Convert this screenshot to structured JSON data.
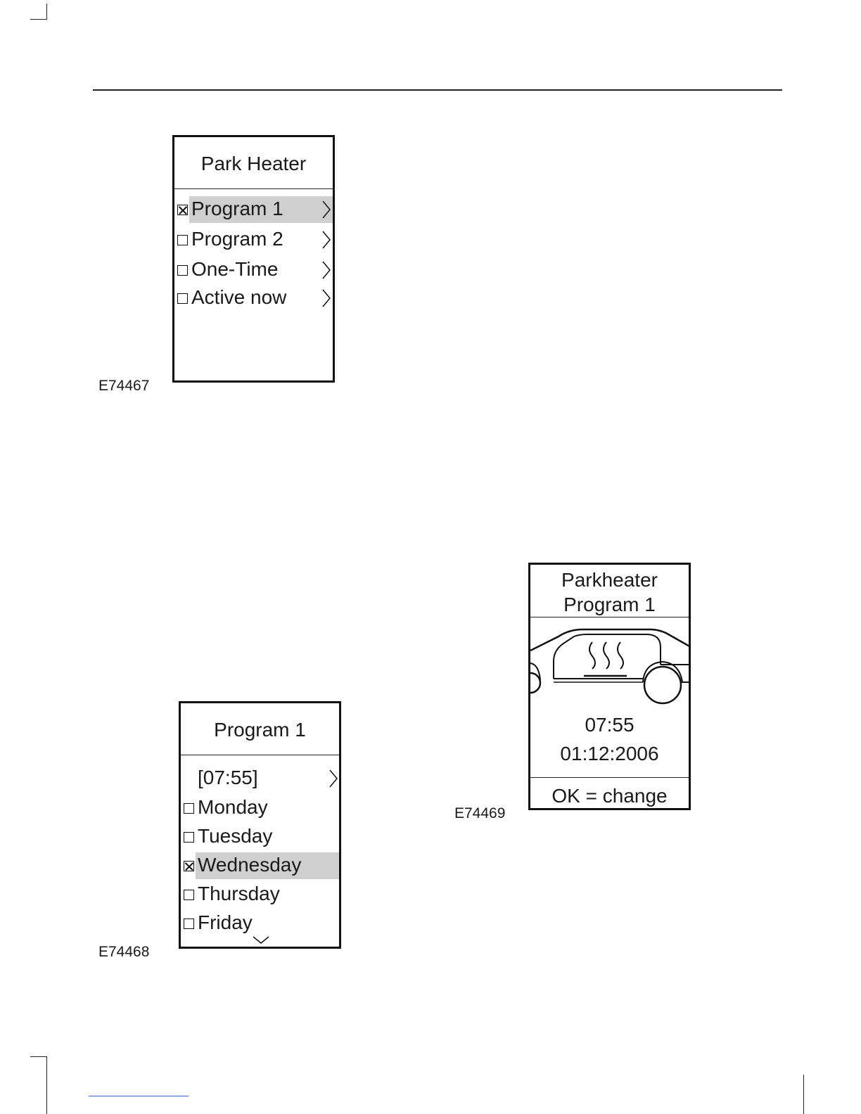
{
  "figures": [
    {
      "label": "E74467",
      "title": "Park Heater",
      "items": [
        {
          "label": "Program 1",
          "checked": true,
          "selected": true,
          "has_submenu": true
        },
        {
          "label": "Program 2",
          "checked": false,
          "selected": false,
          "has_submenu": true
        },
        {
          "label": "One-Time",
          "checked": false,
          "selected": false,
          "has_submenu": true
        },
        {
          "label": "Active now",
          "checked": false,
          "selected": false,
          "has_submenu": true
        }
      ]
    },
    {
      "label": "E74468",
      "title": "Program 1",
      "time_value": "[07:55]",
      "items": [
        {
          "label": "Monday",
          "checked": false,
          "selected": false
        },
        {
          "label": "Tuesday",
          "checked": false,
          "selected": false
        },
        {
          "label": "Wednesday",
          "checked": true,
          "selected": true
        },
        {
          "label": "Thursday",
          "checked": false,
          "selected": false
        },
        {
          "label": "Friday",
          "checked": false,
          "selected": false
        }
      ],
      "more_indicator_icon": "chevron-down-icon"
    },
    {
      "label": "E74469",
      "title_line1": "Parkheater",
      "title_line2": "Program 1",
      "illustration_icon": "car-heater-icon",
      "time": "07:55",
      "date": "01:12:2006",
      "footer": "OK = change"
    }
  ],
  "colors": {
    "selection_highlight": "#cfcfcf",
    "border": "#111111",
    "footer_link": "#3b5bd9"
  }
}
